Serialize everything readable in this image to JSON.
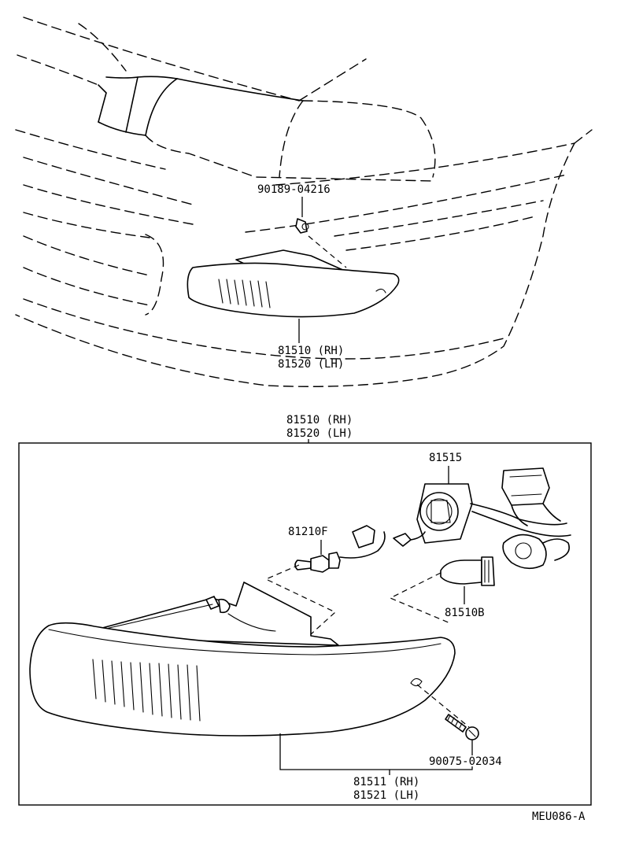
{
  "top_view": {
    "clip_part": "90189-04216",
    "lamp_rh": "81510 (RH)",
    "lamp_lh": "81520 (LH)"
  },
  "detail_box": {
    "assembly_rh": "81510 (RH)",
    "assembly_lh": "81520 (LH)",
    "socket_harness": "81515",
    "bulb_small": "81210F",
    "bulb_large": "81510B",
    "screw": "90075-02034",
    "lens_rh": "81511 (RH)",
    "lens_lh": "81521 (LH)"
  },
  "figure_code": "MEU086-A"
}
